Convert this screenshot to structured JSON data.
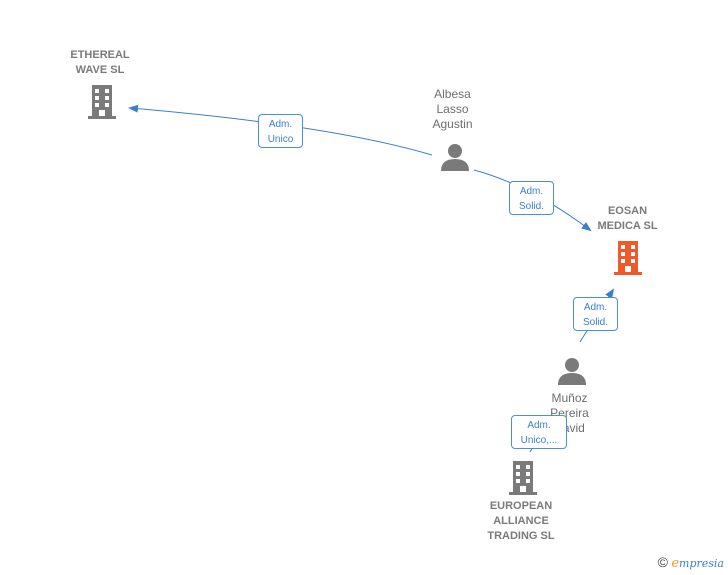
{
  "nodes": {
    "ethereal": {
      "label": "ETHEREAL\nWAVE  SL",
      "type": "company",
      "icon": "building-icon"
    },
    "albesa": {
      "label": "Albesa\nLasso\nAgustin",
      "type": "person",
      "icon": "person-icon"
    },
    "eosan": {
      "label": "EOSAN\nMEDICA  SL",
      "type": "company",
      "icon": "building-icon",
      "highlight_color": "#f05a2a"
    },
    "munoz": {
      "label": "Muñoz\nPereira\nDavid",
      "type": "person",
      "icon": "person-icon"
    },
    "european": {
      "label": "EUROPEAN\nALLIANCE\nTRADING  SL",
      "type": "company",
      "icon": "building-icon"
    }
  },
  "edges": [
    {
      "from": "albesa",
      "to": "ethereal",
      "label": "Adm.\nUnico"
    },
    {
      "from": "albesa",
      "to": "eosan",
      "label": "Adm.\nSolid."
    },
    {
      "from": "munoz",
      "to": "eosan",
      "label": "Adm.\nSolid."
    },
    {
      "from": "munoz",
      "to": "european",
      "label": "Adm.\nUnico,..."
    }
  ],
  "colors": {
    "edge": "#3a7fcf",
    "icon_gray": "#7a7a7a",
    "highlight": "#f05a2a"
  },
  "brand": {
    "copyright": "©",
    "initial": "e",
    "name": "mpresia"
  }
}
